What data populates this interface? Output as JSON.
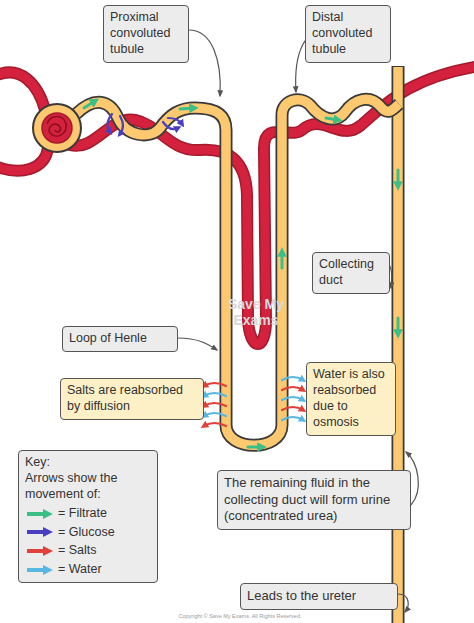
{
  "diagram": {
    "nodes": [
      {
        "text": [
          "Proximal convoluted tubule"
        ]
      },
      {
        "text": [
          "Distal convoluted tubule"
        ]
      },
      {
        "text": [
          "Collecting duct"
        ]
      },
      {
        "text": [
          "Loop of Henle"
        ]
      },
      {
        "text": [
          "Salts are reabsorbed by diffusion"
        ]
      },
      {
        "text": [
          "Water is also reabsorbed due to osmosis"
        ]
      },
      {
        "text": [
          "Key:",
          "Arrows show the movement of:"
        ]
      },
      {
        "text": [
          "The remaining fluid in the collecting duct will form urine (concentrated urea)"
        ]
      },
      {
        "text": [
          "Leads to the ureter"
        ]
      }
    ],
    "labels": [
      "Save My Exams",
      "Copyright © Save My Exams. All Rights Reserved."
    ],
    "legend": [
      {
        "text": "= Filtrate",
        "color": "#3cbf86"
      },
      {
        "text": "= Glucose",
        "color": "#4a3fc0"
      },
      {
        "text": "= Salts",
        "color": "#e0413a"
      },
      {
        "text": "= Water",
        "color": "#58b8e2"
      }
    ]
  }
}
